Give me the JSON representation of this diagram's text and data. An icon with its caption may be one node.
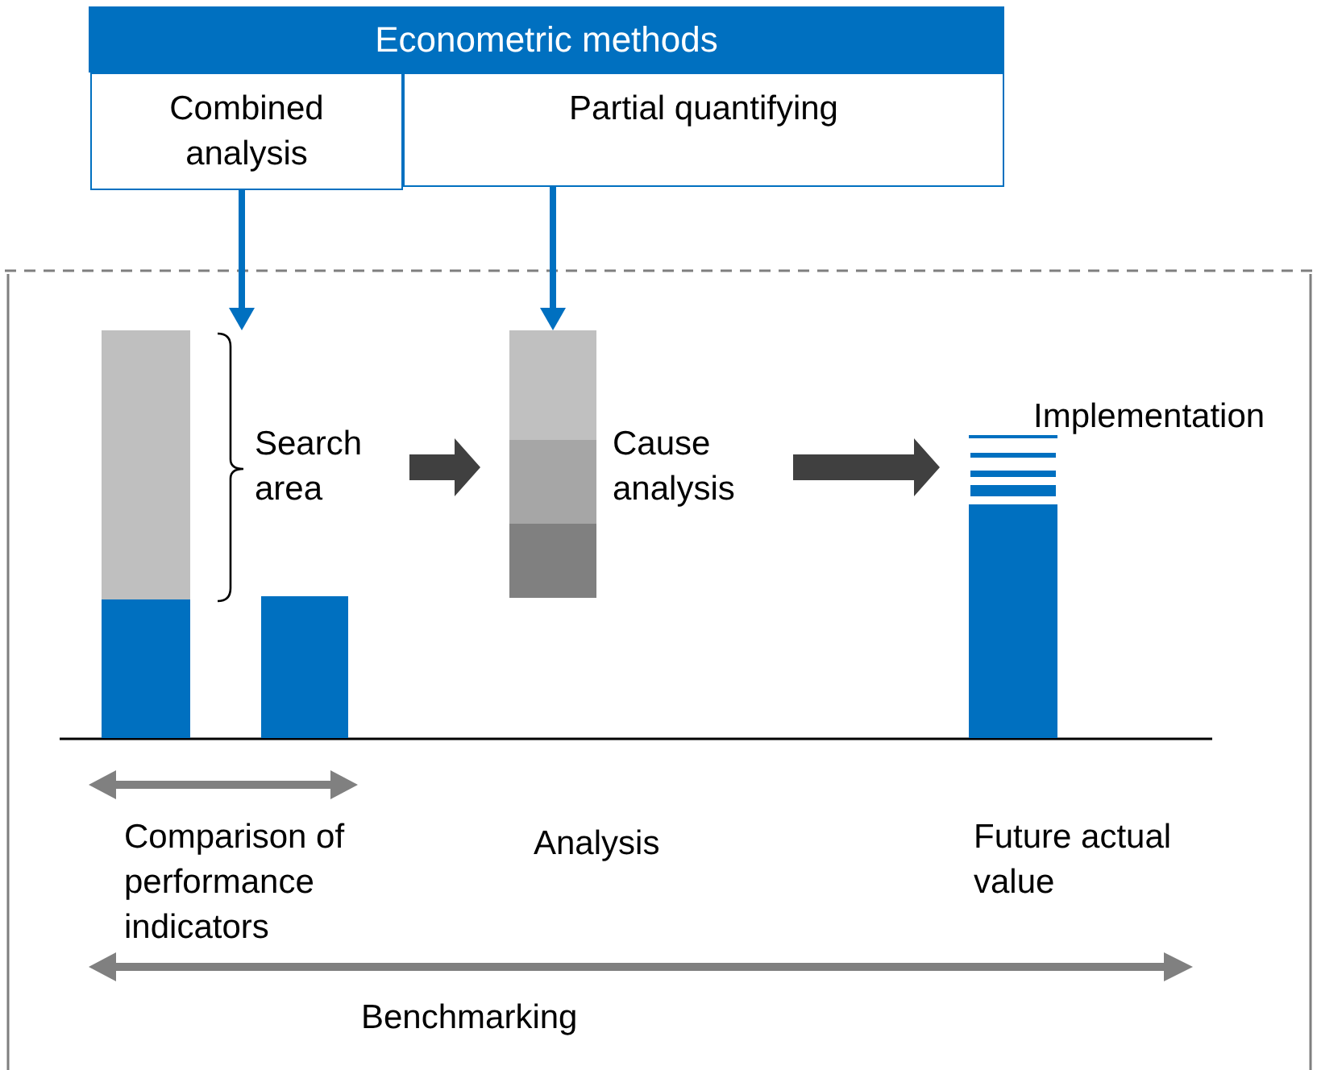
{
  "diagram": {
    "nodes": [
      {
        "text": [
          "Econometric methods"
        ]
      },
      {
        "text": [
          "Combined analysis"
        ]
      },
      {
        "text": [
          "Partial quantifying"
        ]
      },
      {
        "text": [],
        "shape": "bar"
      },
      {
        "text": [
          "Search area"
        ]
      },
      {
        "text": [],
        "shape": "bar"
      },
      {
        "text": [],
        "shape": "bar"
      },
      {
        "text": [
          "Cause analysis"
        ]
      },
      {
        "text": [],
        "shape": "bar"
      }
    ],
    "edges": [
      {
        "from": 1,
        "to": 3,
        "arrow": "to",
        "color": "#0070c0"
      },
      {
        "from": 2,
        "to": 6,
        "arrow": "to",
        "color": "#0070c0"
      },
      {
        "from": 4,
        "to": 6,
        "arrow": "to",
        "style": "thick",
        "color": "#404040"
      },
      {
        "from": 7,
        "to": 8,
        "arrow": "to",
        "style": "thick",
        "color": "#404040"
      }
    ],
    "labels": [
      "Implementation",
      "Comparison of performance indicators",
      "Analysis",
      "Future actual value",
      "Benchmarking"
    ]
  }
}
